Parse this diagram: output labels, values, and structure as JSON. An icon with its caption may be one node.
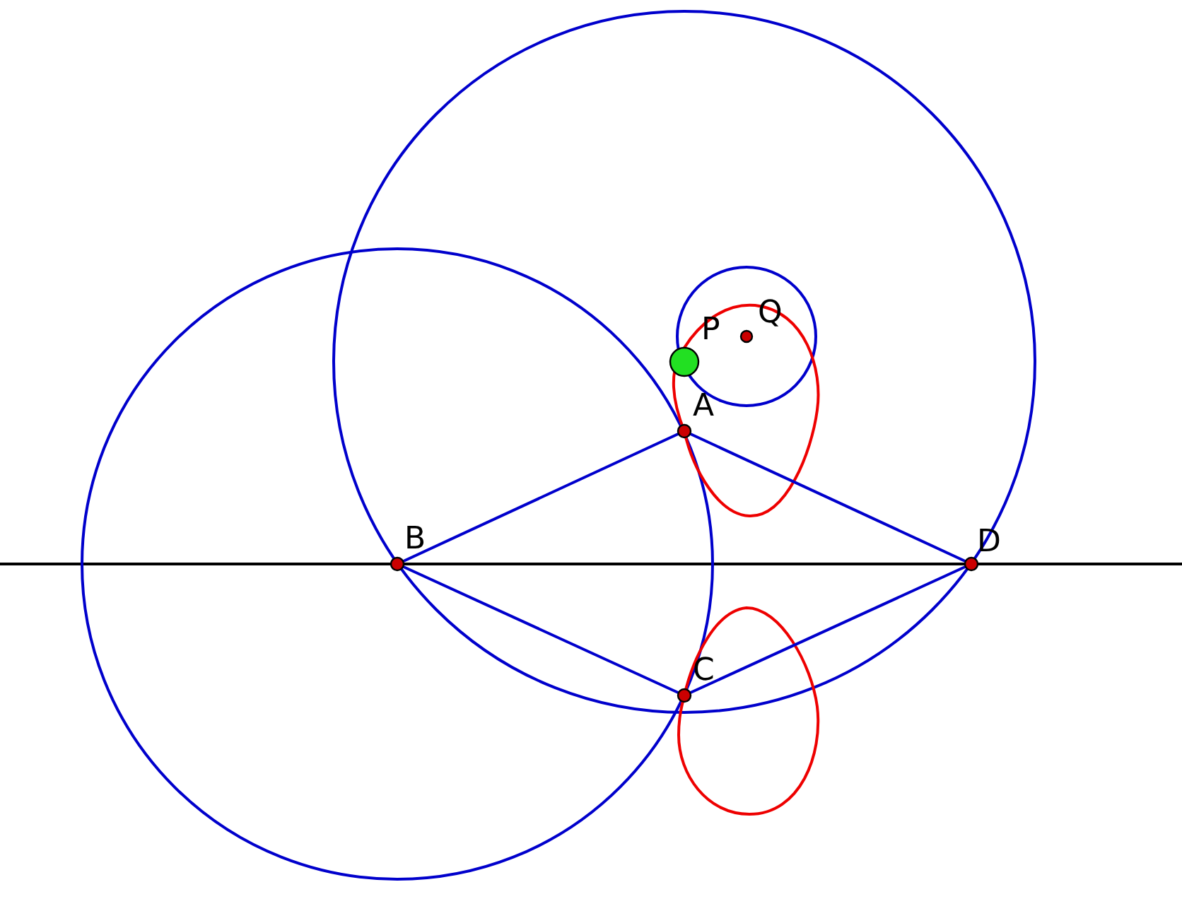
{
  "diagram": {
    "nodes": [
      {
        "text": [
          "A"
        ]
      },
      {
        "text": [
          "B"
        ]
      },
      {
        "text": [
          "C"
        ]
      },
      {
        "text": [
          "D"
        ]
      },
      {
        "text": [
          "P"
        ]
      },
      {
        "text": [
          "Q"
        ]
      }
    ],
    "edges": [
      {
        "from": 0,
        "to": 1,
        "arrow": "none"
      },
      {
        "from": 0,
        "to": 3,
        "arrow": "none"
      },
      {
        "from": 1,
        "to": 2,
        "arrow": "none"
      },
      {
        "from": 2,
        "to": 3,
        "arrow": "none"
      }
    ]
  }
}
